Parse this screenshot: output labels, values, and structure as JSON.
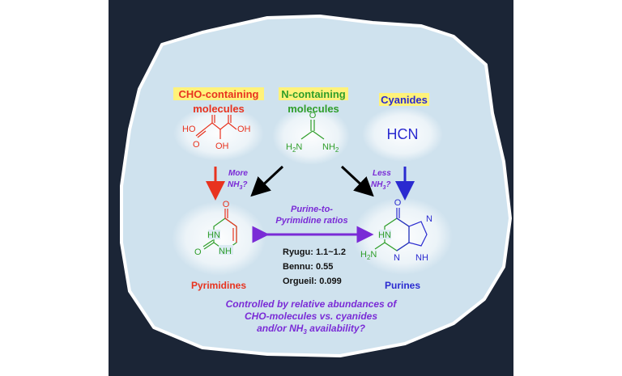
{
  "diagram": {
    "sources": {
      "cho": {
        "line1": "CHO-containing",
        "line2": "molecules",
        "color": "#e8331f"
      },
      "n": {
        "line1": "N-containing",
        "line2": "molecules",
        "color": "#2f9e2a"
      },
      "cyanides": {
        "label": "Cyanides",
        "color": "#2a2ad0"
      }
    },
    "hcn": "HCN",
    "malic": {
      "oh_top_left": "HO",
      "oh_right": "OH",
      "o_bottom": "O",
      "oh_bottom": "OH"
    },
    "urea": {
      "o": "O",
      "nh2_left": "H",
      "nh2_left_sub": "2",
      "nh2_left_n": "N",
      "nh2_right": "NH",
      "nh2_right_sub": "2"
    },
    "arrow_labels": {
      "more": {
        "line1": "More",
        "line2a": "NH",
        "sub": "3",
        "line2b": "?"
      },
      "less": {
        "line1": "Less",
        "line2a": "NH",
        "sub": "3",
        "line2b": "?"
      }
    },
    "ratio_title": {
      "line1": "Purine-to-",
      "line2": "Pyrimidine ratios"
    },
    "ratios": [
      "Ryugu: 1.1~1.2",
      "Bennu: 0.55",
      "Orgueil: 0.099"
    ],
    "pyrimidine": {
      "o_top": "O",
      "hn": "HN",
      "o_left": "O",
      "nh": "NH",
      "label": "Pyrimidines"
    },
    "purine": {
      "o_top": "O",
      "hn": "HN",
      "n_right": "N",
      "n_bottom": "N",
      "nh": "NH",
      "h2n": "H",
      "h2n_sub": "2",
      "h2n_n": "N",
      "label": "Purines"
    },
    "conclusion": {
      "line1": "Controlled by relative abundances of",
      "line2": "CHO-molecules vs. cyanides",
      "line3a": "and/or NH",
      "line3sub": "3",
      "line3b": " availability?"
    },
    "colors": {
      "panel": "#1b2536",
      "blob": "#cfe2ee",
      "red": "#e8331f",
      "green": "#2f9e2a",
      "blue": "#2a2ad0",
      "purple": "#7a2bd6",
      "highlight": "#fff27a"
    }
  }
}
